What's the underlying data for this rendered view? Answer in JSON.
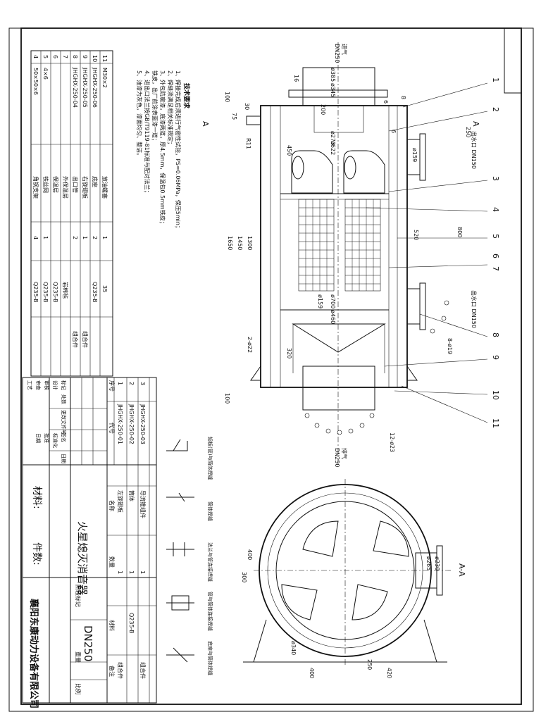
{
  "title_block": {
    "product_name": "火星熄灭消音器",
    "model": "DN250",
    "company": "襄阳东康动力设备有限公司",
    "material_label": "材料:",
    "part_count_label": "件数:",
    "stage_mark": "阶段标记",
    "weight": "重量",
    "scale": "比例",
    "sign_rows": [
      "标记",
      "处数",
      "更改文件号",
      "签名",
      "日期"
    ],
    "sign_roles": [
      "设计",
      "审核",
      "审查",
      "工艺"
    ],
    "std_label": "标准化",
    "approve_label": "批准",
    "date_label": "日期",
    "bom_header": [
      "序号",
      "代号",
      "名称",
      "数量",
      "材料",
      "备注"
    ]
  },
  "bom_main": [
    {
      "no": "3",
      "code": "JHGHX-250-03",
      "name": "导流锥组件",
      "qty": "1",
      "mat": "",
      "note": "组合件"
    },
    {
      "no": "2",
      "code": "JHGHX-250-02",
      "name": "筒体",
      "qty": "1",
      "mat": "Q235-B",
      "note": ""
    },
    {
      "no": "1",
      "code": "JHGHX-250-01",
      "name": "左旋翅板",
      "qty": "1",
      "mat": "",
      "note": "组合件"
    }
  ],
  "bom_side": [
    {
      "no": "11",
      "code": "M30×2",
      "name": "放油螺塞",
      "qty": "1",
      "mat": "35",
      "note": ""
    },
    {
      "no": "10",
      "code": "JHGHX-250-06",
      "name": "底座",
      "qty": "2",
      "mat": "Q235-B",
      "note": ""
    },
    {
      "no": "9",
      "code": "JHGHX-250-05",
      "name": "右旋翅板",
      "qty": "1",
      "mat": "",
      "note": "组合件"
    },
    {
      "no": "8",
      "code": "JHGHX-250-04",
      "name": "出口管",
      "qty": "2",
      "mat": "",
      "note": "组合件"
    },
    {
      "no": "7",
      "code": "",
      "name": "外保温层",
      "qty": "",
      "mat": "岩棉毡",
      "note": ""
    },
    {
      "no": "6",
      "code": "",
      "name": "保温层",
      "qty": "",
      "mat": "Q235-B",
      "note": ""
    },
    {
      "no": "5",
      "code": "4×6",
      "name": "铁丝网",
      "qty": "1",
      "mat": "Q235-B",
      "note": ""
    },
    {
      "no": "4",
      "code": "50×50×6",
      "name": "角钢支架",
      "qty": "4",
      "mat": "Q235-B",
      "note": ""
    }
  ],
  "tech_req": {
    "title": "技术要求",
    "items": [
      "1、焊接完成后须进行气密性试验，PS=0.06MPa，保压5min；",
      "2、焊缝须满足相关标准规定；",
      "3、外包防腐漆，底漆两道，厚4.5mm，保温包0.5mm铁皮；",
      "   铁皮，出厂前涂表面漆一道；",
      "4、进出口法兰按GB/T9119-81标准与配对法兰；",
      "5、油漆为灰色，漆面均匀、整洁。"
    ]
  },
  "callouts": [
    "1",
    "2",
    "3",
    "4",
    "5",
    "6",
    "7",
    "8",
    "9",
    "10",
    "11"
  ],
  "dims": {
    "top_pipe": "DN250",
    "top_label": "进气",
    "d385": "ø385",
    "d345": "ø345",
    "d273": "ø273",
    "d622": "ø622",
    "d700": "ø700",
    "d460": "ø460",
    "d159": "ø159",
    "d159b": "ø159",
    "d22": "2-ø22",
    "d19": "8-ø19",
    "d23": "12-ø23",
    "l1650": "1650",
    "l1450": "1450",
    "l1300": "1300",
    "l800": "800",
    "l520": "520",
    "l450": "450",
    "l320": "320",
    "l200": "200",
    "l250": "250",
    "l100a": "100",
    "l100b": "100",
    "l16": "16",
    "l30": "30",
    "l75": "75",
    "l6a": "6",
    "l6b": "6",
    "l8": "8",
    "r11": "R11",
    "outlet1": "出水口 DN150",
    "outlet2": "出水口 DN150",
    "bottom_pipe": "DN250",
    "bottom_label": "排气",
    "section_mark": "A",
    "section_title": "A-A",
    "d265": "ø265",
    "d230": "ø230",
    "d340": "ø340",
    "s300": "300",
    "s400a": "400",
    "s400b": "400",
    "s250": "250",
    "s420": "420"
  },
  "weld_notes": [
    "翅板(管)与筒体焊缝",
    "筒体焊缝",
    "法兰与管连接焊缝",
    "管与筒体连接焊缝",
    "底座与筒体焊缝"
  ]
}
